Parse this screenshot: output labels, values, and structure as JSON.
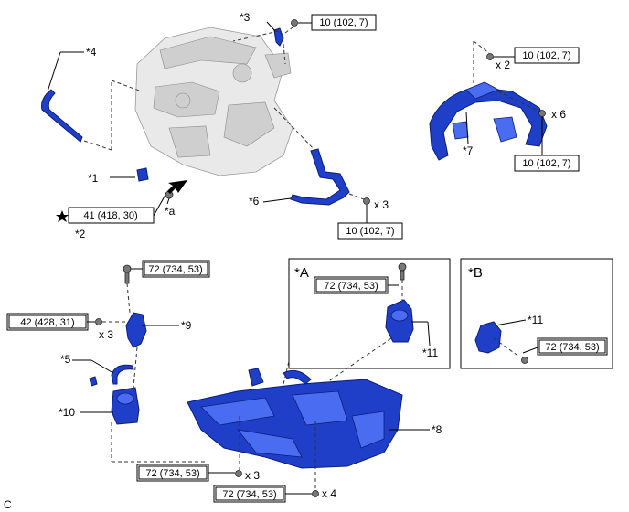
{
  "torques": {
    "t3": "10 (102, 7)",
    "t7a": "10 (102, 7)",
    "t7b": "10 (102, 7)",
    "t6": "10 (102, 7)",
    "t1": "41 (418, 30)",
    "t9a": "72 (734, 53)",
    "t9b": "42 (428, 31)",
    "tA": "72 (734, 53)",
    "tB": "72 (734, 53)",
    "t8a": "72 (734, 53)",
    "t8b": "72 (734, 53)"
  },
  "labels": {
    "p1": "*1",
    "p2": "*2",
    "p3": "*3",
    "p4": "*4",
    "p5": "*5",
    "p6": "*6",
    "p7": "*7",
    "p8": "*8",
    "p9": "*9",
    "p10": "*10",
    "p11a": "*11",
    "p11b": "*11",
    "pa": "*a",
    "insetA": "*A",
    "insetB": "*B",
    "corner": "C"
  },
  "quantities": {
    "x2": "x 2",
    "x6": "x 6",
    "x3a": "x 3",
    "x3b": "x 3",
    "x3c": "x 3",
    "x4": "x 4"
  },
  "icons": {
    "star": "star-icon",
    "arrow": "arrow-icon"
  }
}
